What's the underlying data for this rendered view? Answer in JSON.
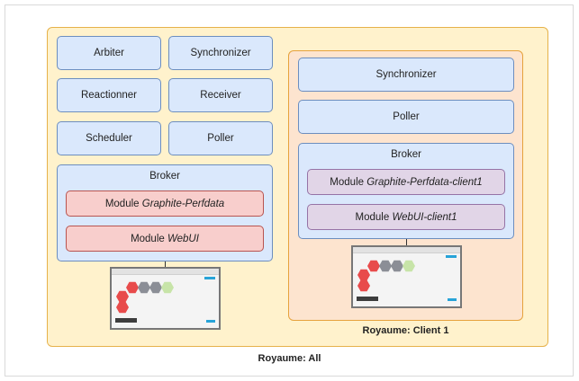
{
  "realms": {
    "all": {
      "caption": "Royaume: All",
      "daemons": [
        "Arbiter",
        "Synchronizer",
        "Reactionner",
        "Receiver",
        "Scheduler",
        "Poller"
      ],
      "broker": {
        "title": "Broker",
        "modules": [
          {
            "prefix": "Module ",
            "name": "Graphite-Perfdata"
          },
          {
            "prefix": "Module ",
            "name": "WebUI"
          }
        ]
      }
    },
    "client1": {
      "caption": "Royaume: Client 1",
      "daemons": [
        "Synchronizer",
        "Poller"
      ],
      "broker": {
        "title": "Broker",
        "modules": [
          {
            "prefix": "Module ",
            "name": "Graphite-Perfdata-client1"
          },
          {
            "prefix": "Module ",
            "name": "WebUI-client1"
          }
        ]
      }
    }
  },
  "colors": {
    "realm_all_fill": "#fff2cc",
    "realm_client_fill": "#fde4cf",
    "daemon_fill": "#dae8fc",
    "module_all_fill": "#f8cecc",
    "module_client_fill": "#e1d5e7"
  }
}
